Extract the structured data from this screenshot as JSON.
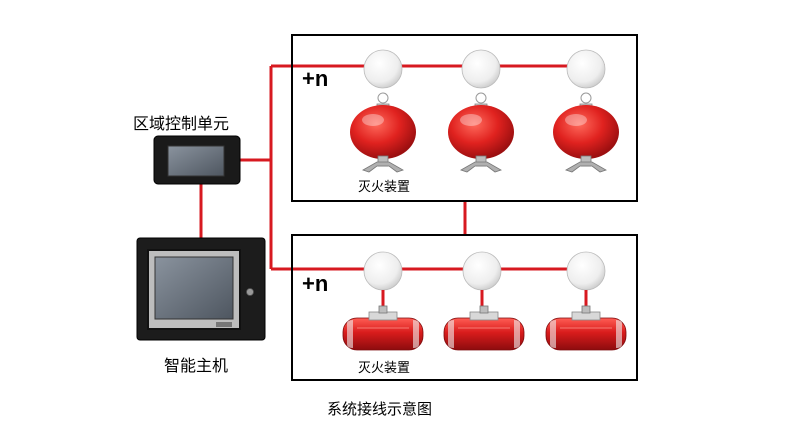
{
  "labels": {
    "controller": "区域控制单元",
    "host": "智能主机",
    "caption": "系统接线示意图",
    "upper_device": "灭火装置",
    "lower_device": "灭火装置",
    "upper_expand": "+n",
    "lower_expand": "+n"
  },
  "colors": {
    "wire": "#d71920",
    "box_border": "#000000",
    "extinguisher_red": "#e0221f",
    "detector": "#f2f2f2",
    "panel_body": "#1a1a1a",
    "screen": "#6b7480"
  },
  "upper_group": {
    "detector_count": 3,
    "device_type": "hanging-sphere-extinguisher"
  },
  "lower_group": {
    "detector_count": 3,
    "device_type": "cylinder-extinguisher"
  }
}
